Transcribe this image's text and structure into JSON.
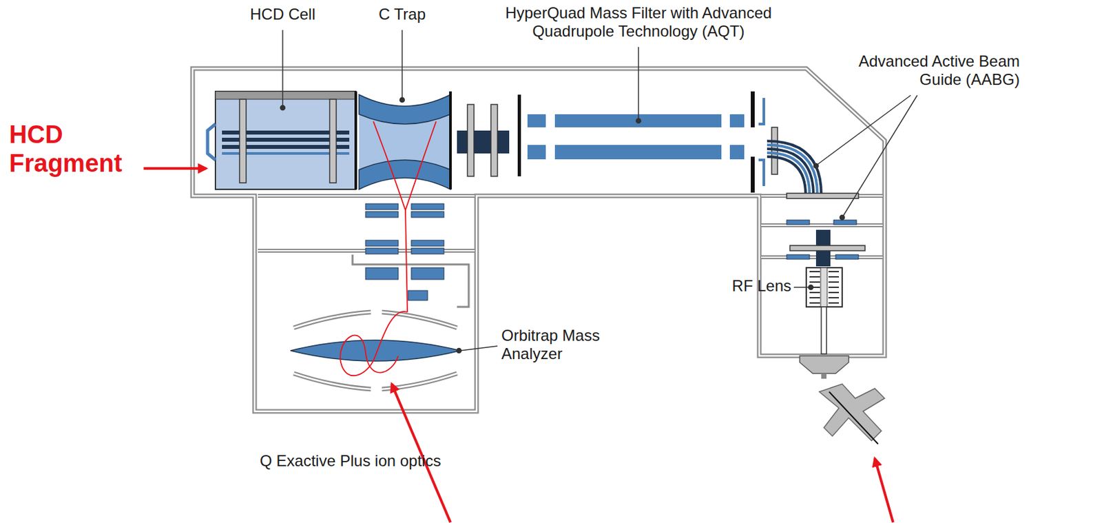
{
  "diagram": {
    "labels": [
      "HCD Cell",
      "C Trap",
      "HyperQuad Mass Filter with Advanced Quadrupole Technology (AQT)",
      "Advanced Active Beam Guide (AABG)",
      "RF Lens",
      "Orbitrap Mass Analyzer",
      "Q Exactive Plus ion optics",
      "HCD Fragment"
    ]
  }
}
